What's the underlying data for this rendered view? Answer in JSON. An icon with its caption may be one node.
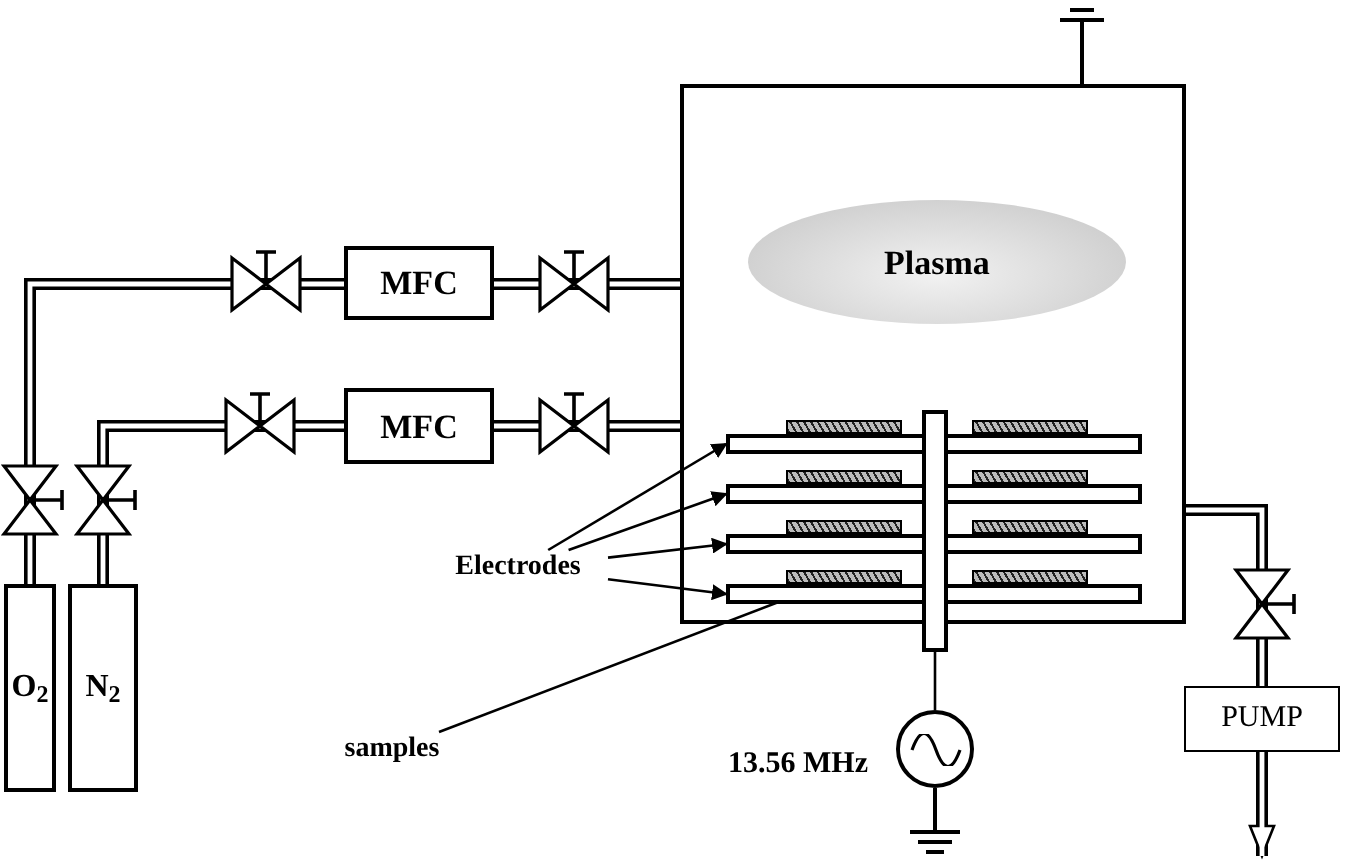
{
  "diagram": {
    "nodes": [
      {
        "text": [],
        "shape": "box"
      },
      {
        "text": [
          "Plasma"
        ],
        "in": 0
      },
      {
        "text": [
          "MFC"
        ]
      },
      {
        "text": [
          "MFC"
        ]
      },
      {
        "text": [
          "O$_{2}$"
        ]
      },
      {
        "text": [
          "N$_{2}$"
        ]
      },
      {
        "text": [
          "PUMP"
        ]
      },
      {
        "text": [
          "Electrodes"
        ]
      },
      {
        "text": [],
        "shape": "bar",
        "in": 0
      },
      {
        "text": [],
        "shape": "bar",
        "in": 0
      },
      {
        "text": [],
        "shape": "bar",
        "in": 0
      },
      {
        "text": [],
        "shape": "bar",
        "in": 0
      },
      {
        "text": [
          "samples"
        ]
      },
      {
        "text": [],
        "shape": "bar",
        "in": 0
      },
      {
        "text": [],
        "shape": "circle",
        "beside": [
          "13.56 MHz"
        ]
      },
      {
        "text": [],
        "shape": "bar"
      }
    ],
    "edges": [
      {
        "from": 4,
        "to": 2,
        "arrow": "none",
        "style": "thick"
      },
      {
        "from": 2,
        "to": 0,
        "arrow": "none",
        "style": "thick"
      },
      {
        "from": 5,
        "to": 3,
        "arrow": "none",
        "style": "thick"
      },
      {
        "from": 3,
        "to": 0,
        "arrow": "none",
        "style": "thick"
      },
      {
        "from": 0,
        "to": 6,
        "arrow": "none",
        "style": "thick"
      },
      {
        "from": 6,
        "to": null,
        "arrow": "to",
        "style": "thick"
      },
      {
        "from": 7,
        "to": 8,
        "arrow": "to"
      },
      {
        "from": 7,
        "to": 9,
        "arrow": "to"
      },
      {
        "from": 7,
        "to": 10,
        "arrow": "to"
      },
      {
        "from": 7,
        "to": 11,
        "arrow": "to"
      },
      {
        "from": 12,
        "to": 13,
        "arrow": "none"
      },
      {
        "from": 14,
        "to": 15,
        "arrow": "none"
      }
    ]
  }
}
